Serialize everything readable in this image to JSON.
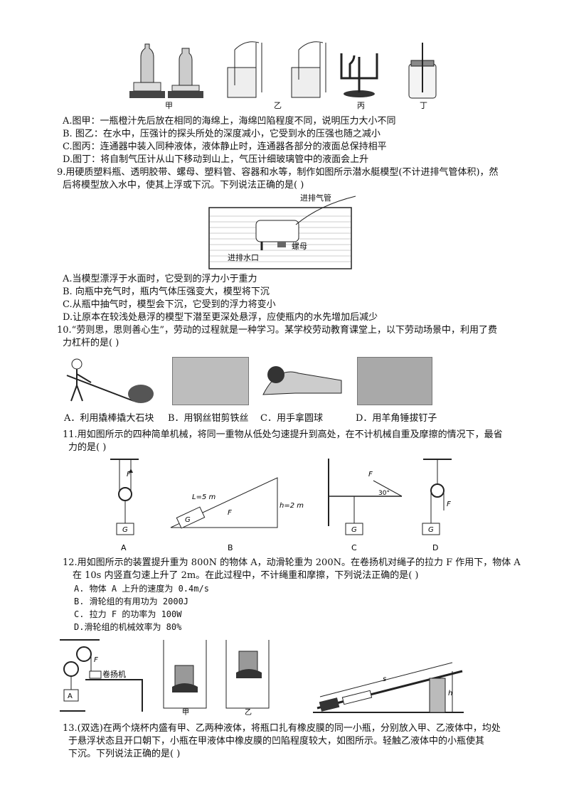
{
  "q8": {
    "labels": [
      "甲",
      "乙",
      "丙",
      "丁"
    ],
    "options": [
      "A.图甲：一瓶橙汁先后放在相同的海绵上，海绵凹陷程度不同，说明压力大小不同",
      "B. 图乙：在水中，压强计的探头所处的深度减小，它受到水的压强也随之减小",
      "C.图丙：连通器中装入同种液体，液体静止时，连通器各部分的液面总保持相平",
      "D.图丁：将自制气压计从山下移动到山上，气压计细玻璃管中的液面会上升"
    ]
  },
  "q9": {
    "stem1": "9.用硬质塑料瓶、透明胶带、螺母、塑料管、容器和水等，制作如图所示潜水艇模型(不计进排气管体积)，然",
    "stem2": "后将模型放入水中，使其上浮或下沉。下列说法正确的是(      )",
    "fig_labels": {
      "air": "进排气管",
      "nut": "螺母",
      "water": "进排水口"
    },
    "options": [
      "A.当模型漂浮于水面时，它受到的浮力小于重力",
      "B. 向瓶中充气时，瓶内气体压强变大，模型将下沉",
      "C.从瓶中抽气时，模型会下沉，它受到的浮力将变小",
      "D.让原本在较浅处悬浮的模型下潜至更深处悬浮，应使瓶内的水先增加后减少"
    ]
  },
  "q10": {
    "stem1": "10.“劳则思，思则善心生”，劳动的过程就是一种学习。某学校劳动教育课堂上，以下劳动场景中，利用了费",
    "stem2": "力杠杆的是(      )",
    "captions": [
      "A．利用撬棒撬大石块",
      "B．用钢丝钳剪铁丝",
      "C．用手拿圆球",
      "D．用羊角锤拔钉子"
    ]
  },
  "q11": {
    "stem1": "11.用如图所示的四种简单机械，将同一重物从低处匀速提升到高处，在不计机械自重及摩擦的情况下，最省",
    "stem2": "力的是(      )",
    "labels": [
      "A",
      "B",
      "C",
      "D"
    ],
    "F": "F",
    "G": "G",
    "L": "L=5 m",
    "h": "h=2 m",
    "angle": "30°"
  },
  "q12": {
    "stem1": "12.用如图所示的装置提升重为 800N 的物体 A，动滑轮重为 200N。在卷扬机对绳子的拉力 F 作用下，物体 A",
    "stem2": "在 10s 内竖直匀速上升了 2m。在此过程中，不计绳重和摩擦，下列说法正确的是(      )",
    "options": [
      "A.  物体 A 上升的速度为 0.4m/s",
      "B.  滑轮组的有用功为 2000J",
      "C.  拉力 F 的功率为 100W",
      "D.滑轮组的机械效率为 80%"
    ],
    "fig": {
      "winch": "卷扬机",
      "A": "A",
      "F": "F",
      "jia": "甲",
      "yi": "乙",
      "s": "s",
      "h": "h"
    }
  },
  "q13": {
    "lines": [
      "13.(双选)在两个烧杯内盛有甲、乙两种液体，将瓶口扎有橡皮膜的同一小瓶，分别放入甲、乙液体中，均处",
      "于悬浮状态且开口朝下，小瓶在甲液体中橡皮膜的凹陷程度较大，如图所示。轻触乙液体中的小瓶使其",
      "下沉。下列说法正确的是(      )"
    ]
  }
}
